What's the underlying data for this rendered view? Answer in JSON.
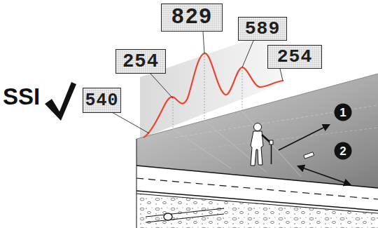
{
  "diagram": {
    "nodes": [
      {
        "text": [
          "829"
        ]
      },
      {
        "text": [
          "589"
        ]
      },
      {
        "text": [
          "254"
        ]
      },
      {
        "text": [
          "254"
        ]
      },
      {
        "text": [
          "540"
        ]
      },
      {
        "text": [
          "1"
        ]
      },
      {
        "text": [
          "2"
        ]
      }
    ],
    "labels": [
      "SSI"
    ]
  }
}
